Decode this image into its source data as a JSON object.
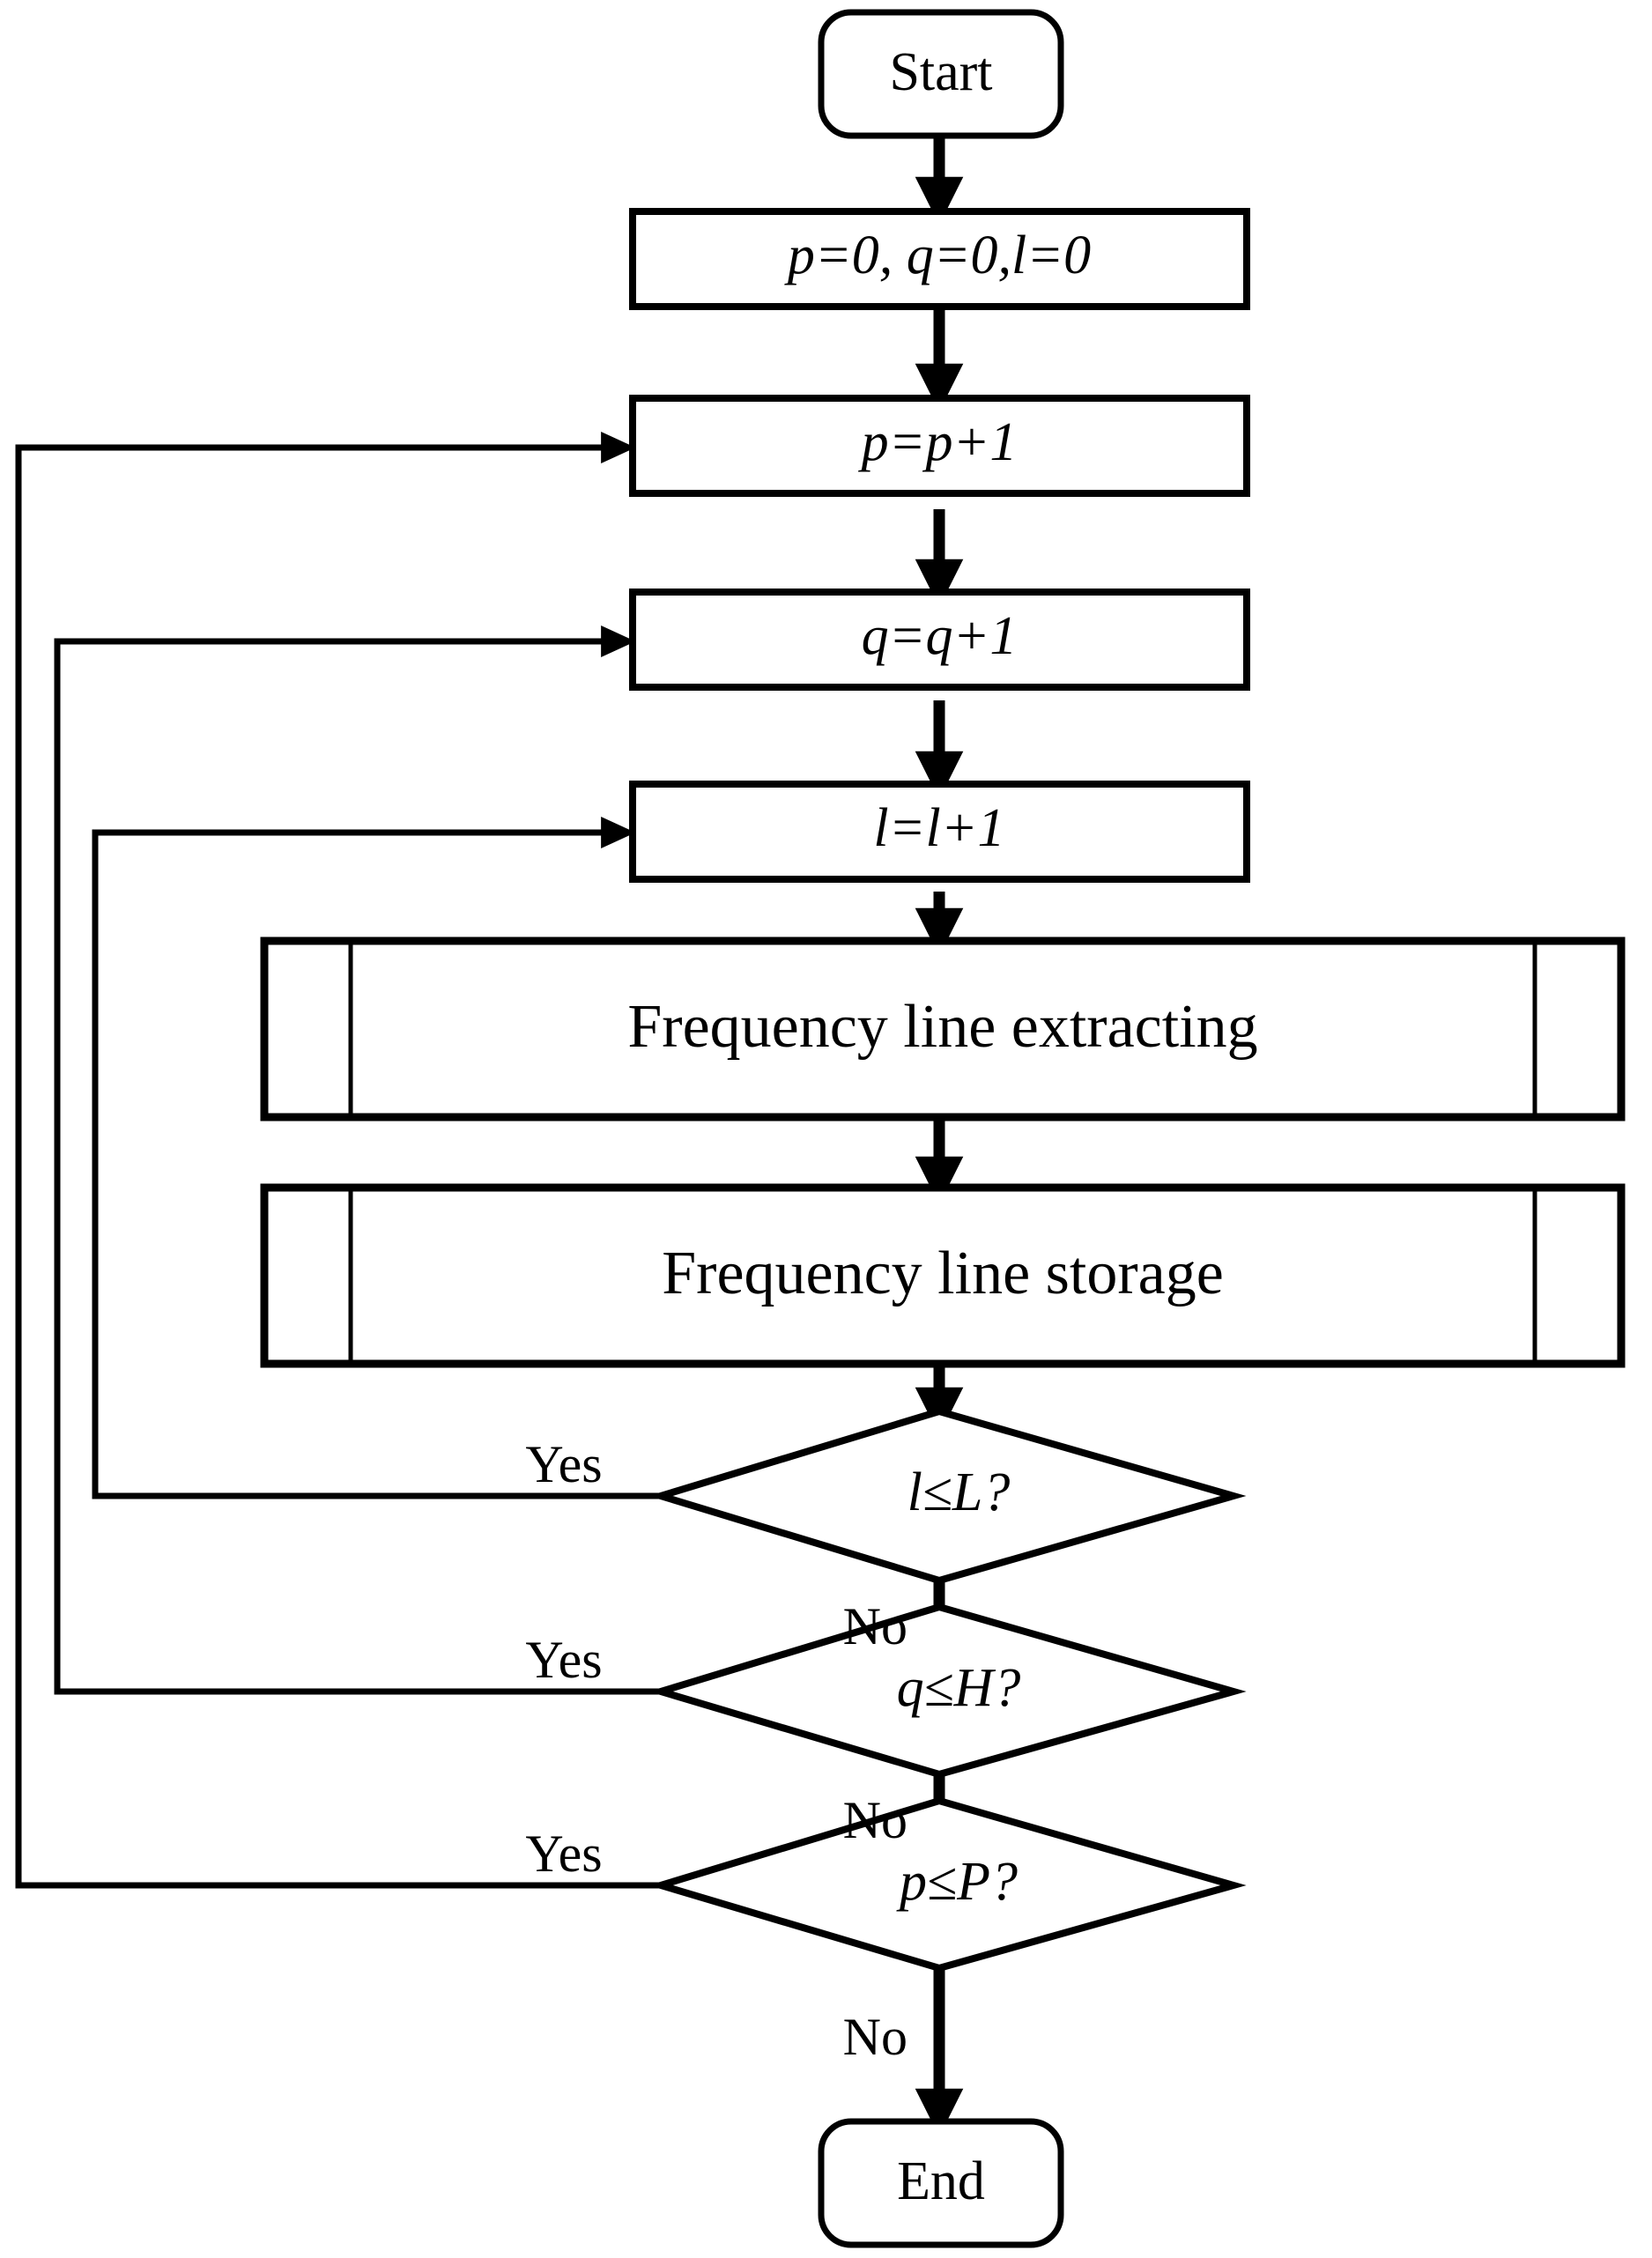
{
  "diagram": {
    "title": "Frequency line extraction and storage loop flowchart",
    "type": "flowchart",
    "colors": {
      "stroke": "#000000",
      "fill": "#ffffff",
      "text": "#000000"
    },
    "nodes": [
      {
        "id": "start",
        "kind": "terminal",
        "label": "Start"
      },
      {
        "id": "init",
        "kind": "process",
        "label": "p=0, q=0,l=0"
      },
      {
        "id": "incp",
        "kind": "process",
        "label": "p=p+1"
      },
      {
        "id": "incq",
        "kind": "process",
        "label": "q=q+1"
      },
      {
        "id": "incl",
        "kind": "process",
        "label": "l=l+1"
      },
      {
        "id": "extract",
        "kind": "subprocess",
        "label": "Frequency  line extracting"
      },
      {
        "id": "storage",
        "kind": "subprocess",
        "label": "Frequency  line storage"
      },
      {
        "id": "decl",
        "kind": "decision",
        "label": "l≤L?"
      },
      {
        "id": "decq",
        "kind": "decision",
        "label": "q≤H?"
      },
      {
        "id": "decp",
        "kind": "decision",
        "label": "p≤P?"
      },
      {
        "id": "end",
        "kind": "terminal",
        "label": "End"
      }
    ],
    "edge_labels": {
      "yes_l": "Yes",
      "no_l": "No",
      "yes_q": "Yes",
      "no_q": "No",
      "yes_p": "Yes",
      "no_p": "No"
    },
    "edges": [
      {
        "from": "start",
        "to": "init",
        "label": ""
      },
      {
        "from": "init",
        "to": "incp",
        "label": ""
      },
      {
        "from": "incp",
        "to": "incq",
        "label": ""
      },
      {
        "from": "incq",
        "to": "incl",
        "label": ""
      },
      {
        "from": "incl",
        "to": "extract",
        "label": ""
      },
      {
        "from": "extract",
        "to": "storage",
        "label": ""
      },
      {
        "from": "storage",
        "to": "decl",
        "label": ""
      },
      {
        "from": "decl",
        "to": "incl",
        "label": "Yes"
      },
      {
        "from": "decl",
        "to": "decq",
        "label": "No"
      },
      {
        "from": "decq",
        "to": "incq",
        "label": "Yes"
      },
      {
        "from": "decq",
        "to": "decp",
        "label": "No"
      },
      {
        "from": "decp",
        "to": "incp",
        "label": "Yes"
      },
      {
        "from": "decp",
        "to": "end",
        "label": "No"
      }
    ]
  }
}
